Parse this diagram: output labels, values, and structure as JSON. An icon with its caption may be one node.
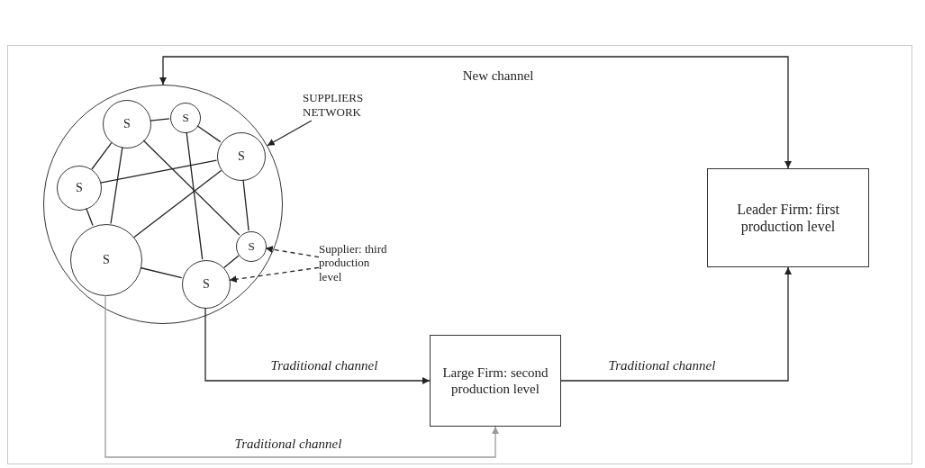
{
  "diagram": {
    "nodes": [
      {
        "text": [],
        "shape": "circle"
      },
      {
        "text": [
          "SUPPLIERS NETWORK"
        ]
      },
      {
        "text": [
          "S"
        ],
        "in": 0
      },
      {
        "text": [
          "S"
        ],
        "in": 0
      },
      {
        "text": [
          "S"
        ],
        "in": 0
      },
      {
        "text": [
          "S"
        ],
        "in": 0
      },
      {
        "text": [
          "S"
        ],
        "in": 0
      },
      {
        "text": [
          "S"
        ],
        "in": 0
      },
      {
        "text": [
          "S"
        ],
        "in": 0
      },
      {
        "text": [
          "Supplier: third production level"
        ]
      },
      {
        "text": [
          "Leader Firm: first production level"
        ]
      },
      {
        "text": [
          "Large Firm: second production level"
        ]
      }
    ],
    "edges": [
      {
        "from": 1,
        "to": 0,
        "arrow": "to"
      },
      {
        "from": 2,
        "to": 3,
        "arrow": "none"
      },
      {
        "from": 2,
        "to": 5,
        "arrow": "none"
      },
      {
        "from": 2,
        "to": 6,
        "arrow": "none"
      },
      {
        "from": 2,
        "to": 7,
        "arrow": "none"
      },
      {
        "from": 3,
        "to": 4,
        "arrow": "none"
      },
      {
        "from": 3,
        "to": 8,
        "arrow": "none"
      },
      {
        "from": 5,
        "to": 4,
        "arrow": "none"
      },
      {
        "from": 6,
        "to": 4,
        "arrow": "none"
      },
      {
        "from": 4,
        "to": 7,
        "arrow": "none"
      },
      {
        "from": 5,
        "to": 6,
        "arrow": "none"
      },
      {
        "from": 6,
        "to": 8,
        "arrow": "none"
      },
      {
        "from": 7,
        "to": 8,
        "arrow": "none"
      },
      {
        "from": 9,
        "to": 7,
        "arrow": "to",
        "style": "dashed"
      },
      {
        "from": 9,
        "to": 8,
        "arrow": "to",
        "style": "dashed"
      },
      {
        "from": 0,
        "to": 10,
        "arrow": "both",
        "label": "New channel"
      },
      {
        "from": 8,
        "to": 11,
        "arrow": "to",
        "label": "Traditional channel"
      },
      {
        "from": 11,
        "to": 10,
        "arrow": "to",
        "label": "Traditional channel"
      },
      {
        "from": 6,
        "to": 11,
        "arrow": "to",
        "label": "Traditional channel",
        "color": "#9a9a9a"
      }
    ]
  }
}
